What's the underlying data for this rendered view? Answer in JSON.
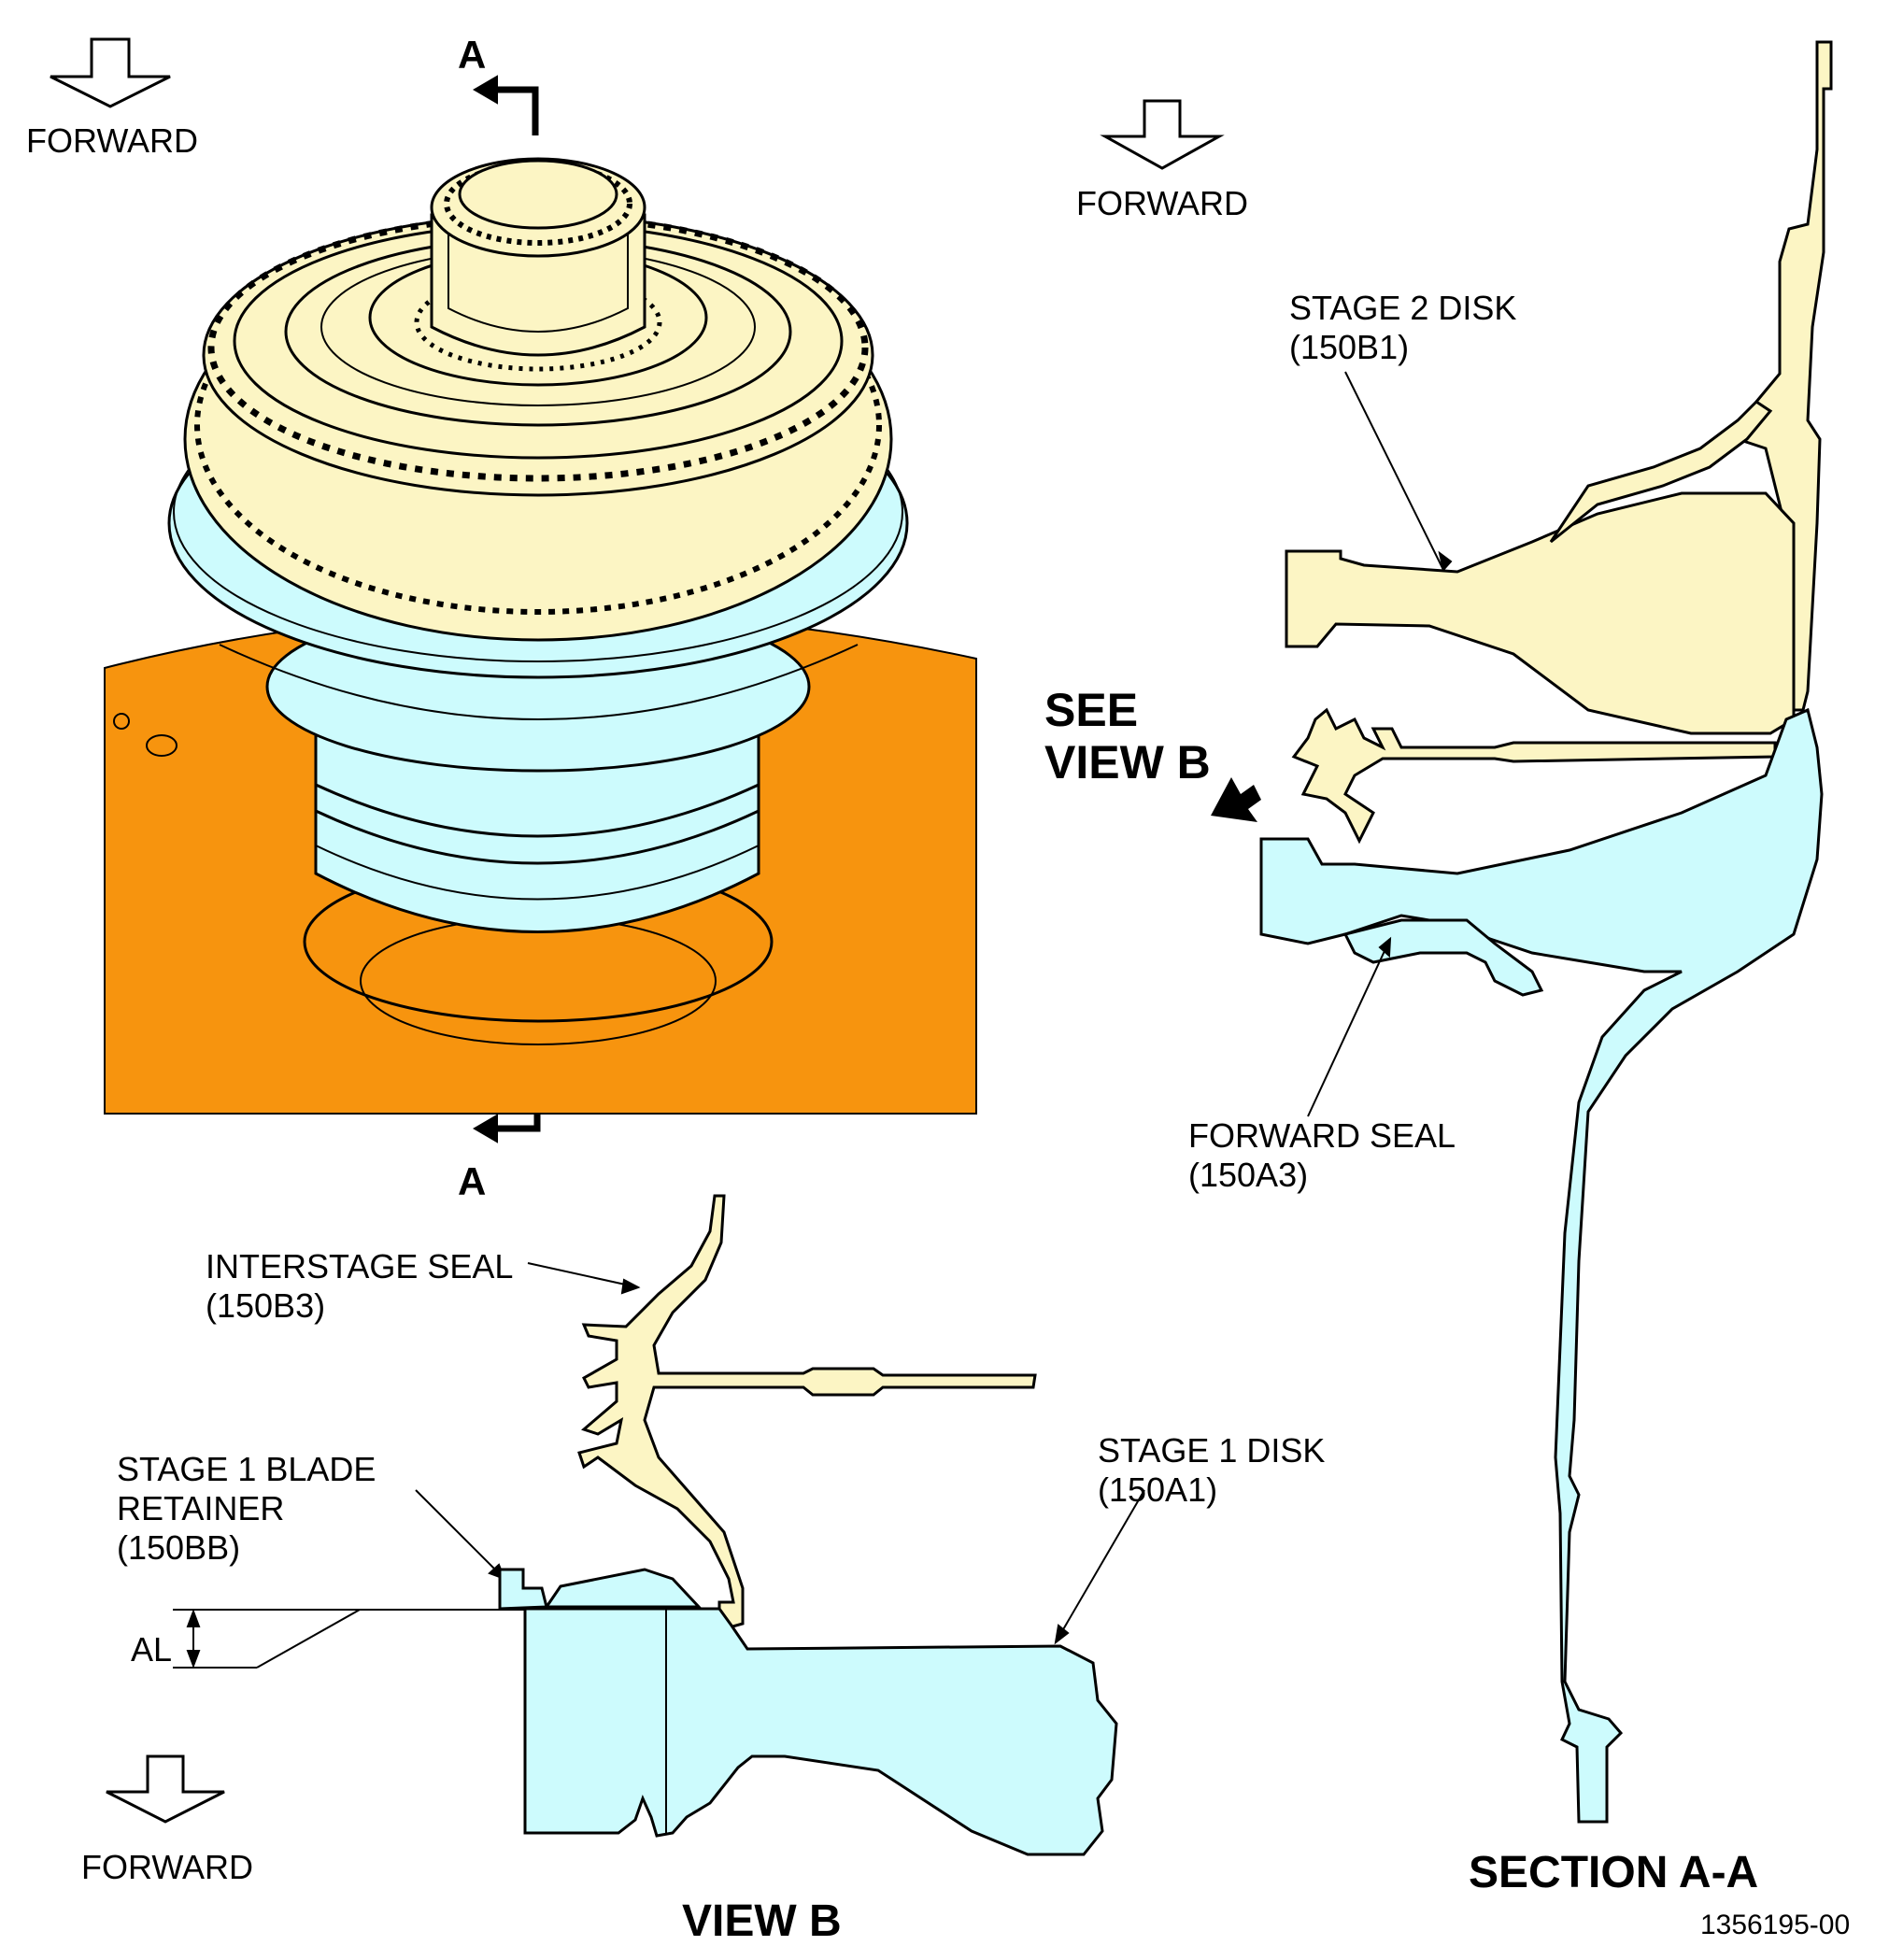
{
  "colors": {
    "stage2_parts": "#fcf5c4",
    "stage1_parts": "#cdfbfd",
    "fixture": "#f7940e",
    "line": "#000000"
  },
  "icons": {
    "forward_arrow": "hollow-down-arrow",
    "section_cut_arrow": "section-arrow",
    "view_pointer": "solid-arrow"
  },
  "labels": {
    "forward_top_left": "FORWARD",
    "forward_top_right": "FORWARD",
    "forward_bottom_left": "FORWARD",
    "section_cut_top": "A",
    "section_cut_bottom": "A",
    "see_view_b": "SEE\nVIEW B",
    "stage2_disk": "STAGE 2 DISK\n(150B1)",
    "forward_seal": "FORWARD SEAL\n(150A3)",
    "interstage_seal": "INTERSTAGE SEAL\n(150B3)",
    "stage1_blade_retainer": "STAGE 1 BLADE\nRETAINER\n(150BB)",
    "stage1_disk": "STAGE 1 DISK\n(150A1)",
    "dimension_al": "AL",
    "view_b_title": "VIEW B",
    "section_title": "SECTION A-A",
    "figure_number": "1356195-00"
  }
}
